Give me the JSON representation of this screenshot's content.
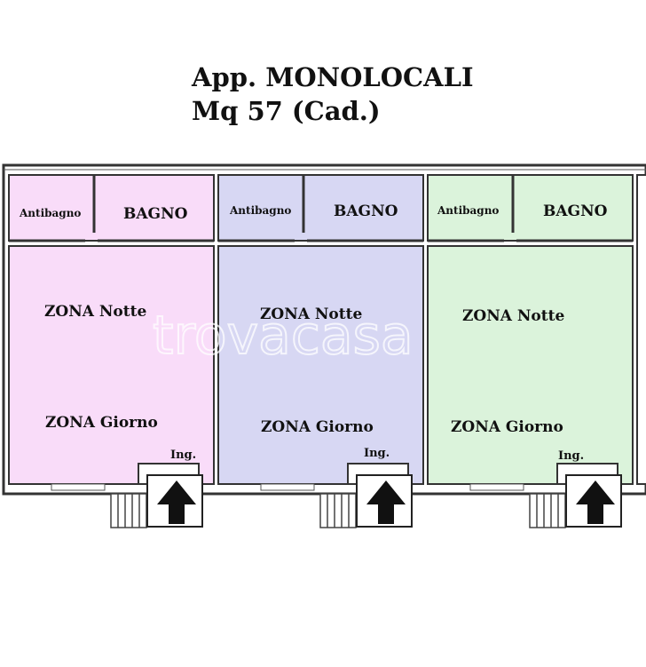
{
  "title": {
    "line1": "App. MONOLOCALI",
    "line2": "Mq 57 (Cad.)"
  },
  "watermark": "trovacasa",
  "units": [
    {
      "antibagno": "Antibagno",
      "bagno": "BAGNO",
      "notte": "ZONA Notte",
      "giorno": "ZONA Giorno",
      "ingresso": "Ing.",
      "color": "#f9dcf9",
      "bath_color": "#f9dcf9"
    },
    {
      "antibagno": "Antibagno",
      "bagno": "BAGNO",
      "notte": "ZONA Notte",
      "giorno": "ZONA Giorno",
      "ingresso": "Ing.",
      "color": "#d7d7f3",
      "bath_color": "#d7d7f3"
    },
    {
      "antibagno": "Antibagno",
      "bagno": "BAGNO",
      "notte": "ZONA Notte",
      "giorno": "ZONA Giorno",
      "ingresso": "Ing.",
      "color": "#dbf3db",
      "bath_color": "#dbf3db"
    }
  ]
}
